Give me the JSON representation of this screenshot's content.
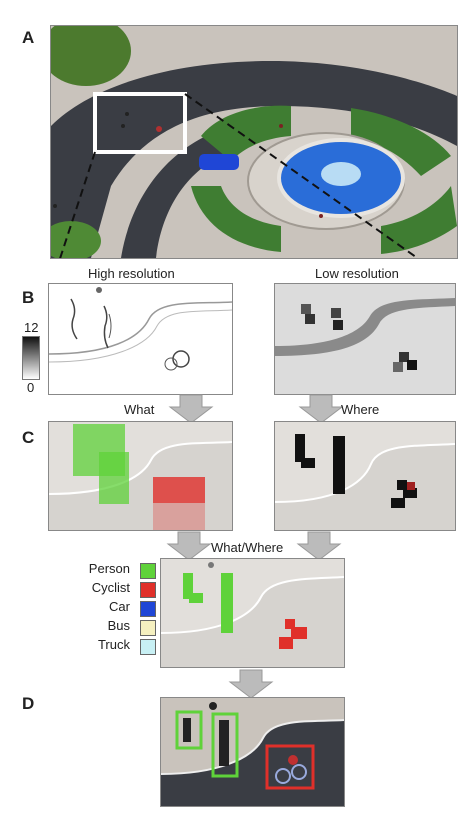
{
  "panels": {
    "a": {
      "letter": "A"
    },
    "b": {
      "letter": "B",
      "left_caption": "High resolution",
      "right_caption": "Low resolution",
      "colorbar_max": "12",
      "colorbar_min": "0"
    },
    "c": {
      "letter": "C",
      "left_caption": "What",
      "right_caption": "Where"
    },
    "merge": {
      "caption": "What/Where"
    },
    "d": {
      "letter": "D"
    }
  },
  "legend": [
    {
      "label": "Person",
      "color": "#5fd23a"
    },
    {
      "label": "Cyclist",
      "color": "#e0302a"
    },
    {
      "label": "Car",
      "color": "#1f46d6"
    },
    {
      "label": "Bus",
      "color": "#f5f0c0"
    },
    {
      "label": "Truck",
      "color": "#c8f0f4"
    }
  ],
  "colors": {
    "person": "#5fd23a",
    "cyclist": "#e0302a",
    "arrow": "#bbbbbb",
    "road": "#3a3d44",
    "pavement": "#c9c3bc",
    "grass": "#3f7d32",
    "fountain": "#2a6dd8"
  }
}
